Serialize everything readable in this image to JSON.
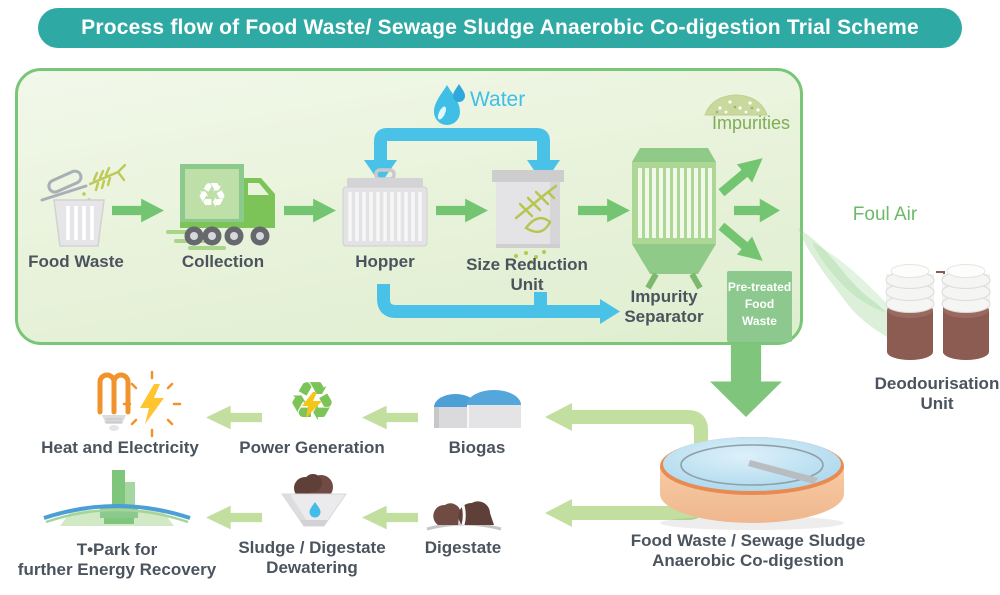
{
  "title": "Process flow of Food Waste/ Sewage Sludge Anaerobic Co-digestion Trial Scheme",
  "pretreatment": {
    "food_waste": "Food Waste",
    "collection": "Collection",
    "hopper": "Hopper",
    "size_reduction_lines": [
      "Size Reduction",
      "Unit"
    ],
    "impurity_separator_lines": [
      "Impurity",
      "Separator"
    ],
    "water": "Water",
    "impurities": "Impurities",
    "pretreated_lines": [
      "Pre-treated",
      "Food",
      "Waste"
    ]
  },
  "odour": {
    "foul_air": "Foul Air",
    "deodourisation_lines": [
      "Deodourisation",
      "Unit"
    ]
  },
  "digestion_lines": [
    "Food Waste / Sewage Sludge",
    "Anaerobic Co-digestion"
  ],
  "outputs": {
    "biogas": "Biogas",
    "power_generation": "Power Generation",
    "heat_electricity": "Heat and Electricity",
    "digestate": "Digestate",
    "dewatering_lines": [
      "Sludge / Digestate",
      "Dewatering"
    ],
    "tpark_lines": [
      "T•Park for",
      "further Energy Recovery"
    ]
  },
  "icons": {
    "recycle_symbol": "♻"
  },
  "colors": {
    "title_bg": "#2FA9A4",
    "process_arrow": "#74C571",
    "output_arrow": "#C3DF9F",
    "water_blue": "#4AC2E8",
    "box_border": "#7AC678",
    "label_text": "#4B545E",
    "green_text": "#6CBA68",
    "pretreated_bg": "#8DC98E"
  }
}
